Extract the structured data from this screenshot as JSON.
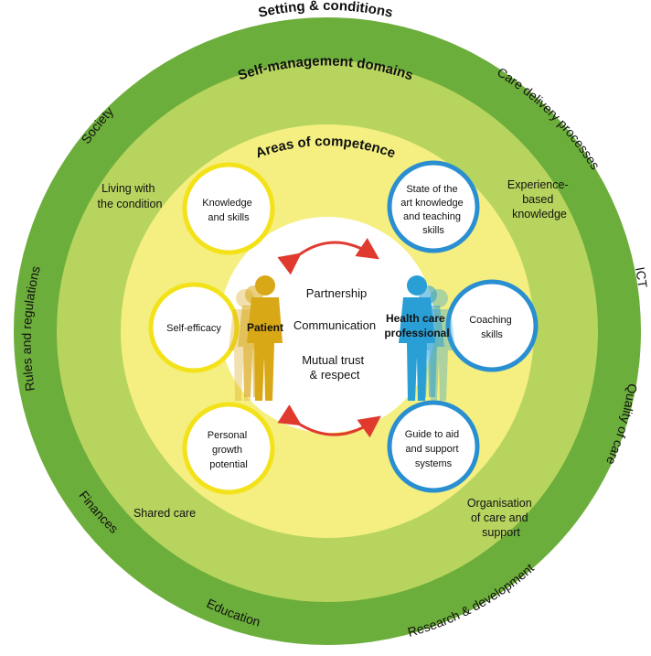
{
  "rings": {
    "outer_title": "Setting & conditions",
    "middle_title": "Self-management domains",
    "inner_title": "Areas of competence"
  },
  "outer_ring_labels": {
    "society": "Society",
    "care_delivery": "Care delivery processes",
    "ict": "ICT",
    "rules": "Rules and regulations",
    "quality": "Quality of care",
    "finances": "Finances",
    "education": "Education",
    "research": "Research & development"
  },
  "domains": {
    "living": [
      "Living with",
      "the condition"
    ],
    "experience": [
      "Experience-",
      "based",
      "knowledge"
    ],
    "shared": [
      "Shared care"
    ],
    "organisation": [
      "Organisation",
      "of care and",
      "support"
    ]
  },
  "patient_competences": {
    "knowledge": [
      "Knowledge",
      "and skills"
    ],
    "self_efficacy": [
      "Self-efficacy"
    ],
    "growth": [
      "Personal",
      "growth",
      "potential"
    ]
  },
  "professional_competences": {
    "state_of_art": [
      "State of the",
      "art knowledge",
      "and teaching",
      "skills"
    ],
    "coaching": [
      "Coaching",
      "skills"
    ],
    "guide": [
      "Guide to aid",
      "and support",
      "systems"
    ]
  },
  "center": {
    "partnership": "Partnership",
    "communication": "Communication",
    "trust": [
      "Mutual trust",
      "& respect"
    ],
    "patient_label": "Patient",
    "professional_label": [
      "Health care",
      "professional"
    ]
  },
  "colors": {
    "outer_ring": "#6cae3b",
    "middle_ring": "#b7d45f",
    "inner_ring": "#f4ef80",
    "patient_circle_border": "#f3e21a",
    "professional_circle_border": "#2a8fd1",
    "patient_figure": "#d9a817",
    "professional_figure": "#2a9fd6",
    "arrow": "#e03a2f"
  }
}
